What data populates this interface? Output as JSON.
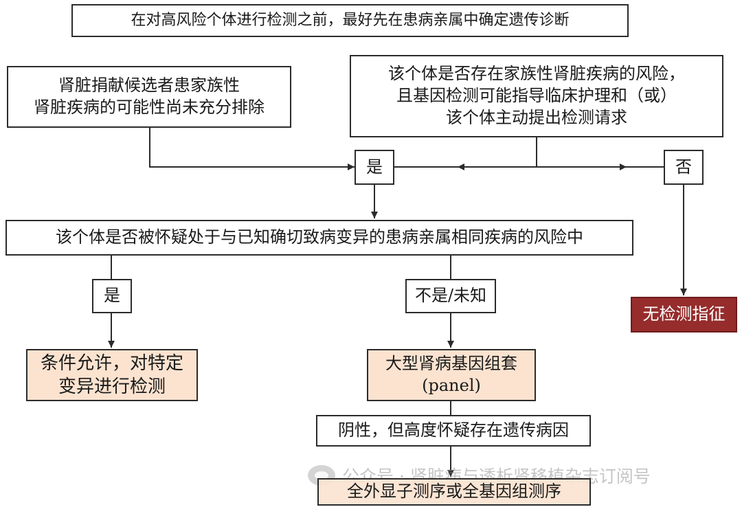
{
  "top_note": "在对高风险个体进行检测之前，最好先在患病亲属中确定遗传诊断",
  "donor_box": {
    "line1": "肾脏捐献候选者患家族性",
    "line2": "肾脏疾病的可能性尚未充分排除"
  },
  "risk_box": {
    "line1": "该个体是否存在家族性肾脏疾病的风险，",
    "line2": "且基因检测可能指导临床护理和（或）",
    "line3": "该个体主动提出检测请求"
  },
  "yes_label_1": "是",
  "no_label_1": "否",
  "question_box": "该个体是否被怀疑处于与已知确切致病变异的患病亲属相同疾病的风险中",
  "yes_label_2": "是",
  "no_unknown_label": "不是/未知",
  "no_indication": "无检测指征",
  "targeted_test": {
    "line1": "条件允许，对特定",
    "line2": "变异进行检测"
  },
  "panel_box": {
    "line1": "大型肾病基因组套",
    "line2": "(panel)"
  },
  "negative_box": "阴性，但高度怀疑存在遗传病因",
  "exome_box": "全外显子测序或全基因组测序",
  "watermark": "公众号 · 肾脏病与透析肾移植杂志订阅号",
  "colors": {
    "line": "#2b2b2b",
    "result_fill": "#fbe3d0",
    "no_indication_fill": "#962c2c"
  }
}
